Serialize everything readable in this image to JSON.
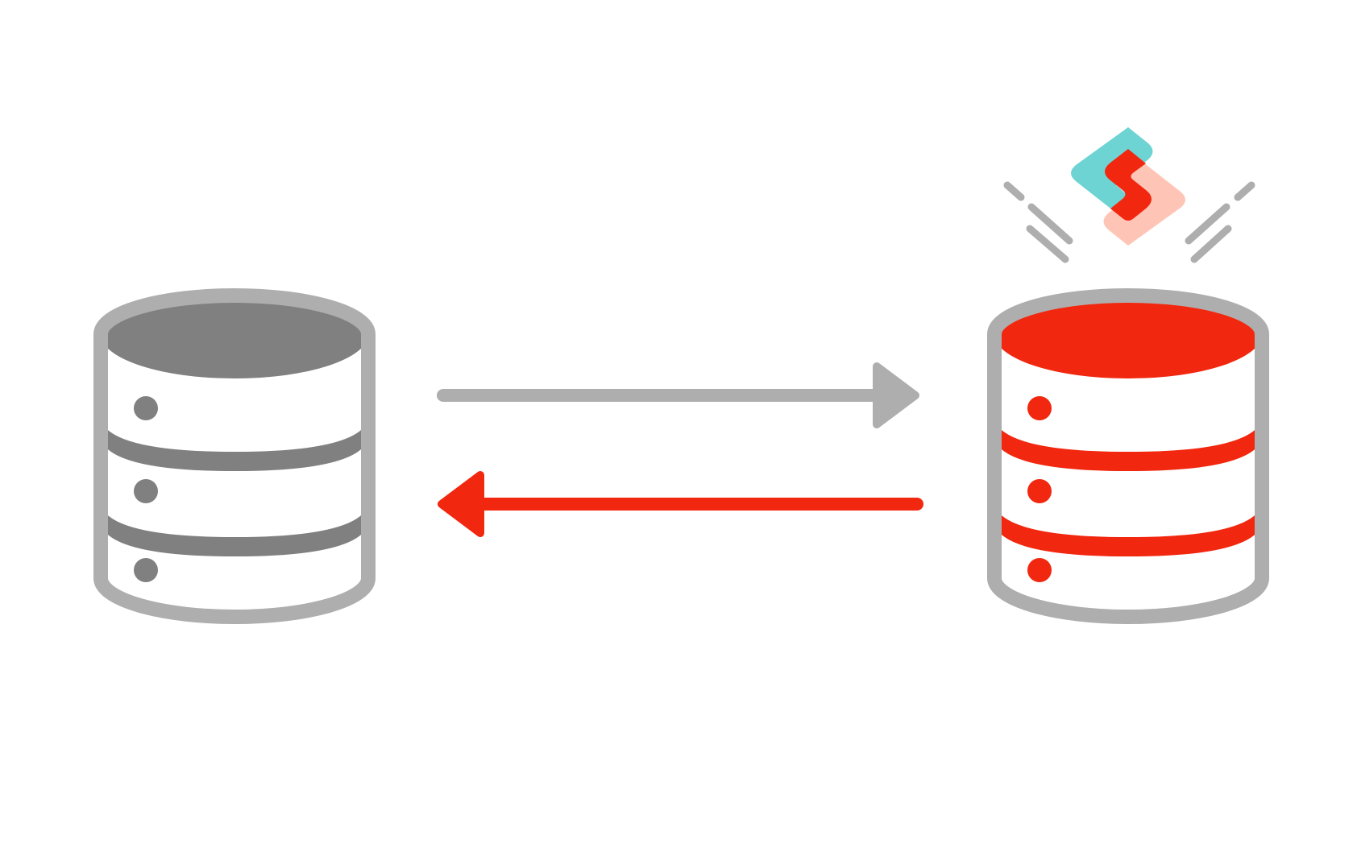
{
  "diagram": {
    "nodes": [
      {
        "id": "source",
        "role": "database",
        "icon": "database-icon",
        "color": "#808080"
      },
      {
        "id": "target",
        "role": "database",
        "icon": "database-icon",
        "color": "#F2270F"
      }
    ],
    "edges": [
      {
        "from": "source",
        "to": "target",
        "color": "#AFAEAE"
      },
      {
        "from": "target",
        "to": "source",
        "color": "#F2270F"
      }
    ],
    "badge": {
      "icon": "sync-logo-icon",
      "attached_to": "target",
      "colors": [
        "#6ED3D3",
        "#F2270F",
        "#FEC5B7"
      ]
    },
    "outline_color": "#AFAEAE"
  }
}
